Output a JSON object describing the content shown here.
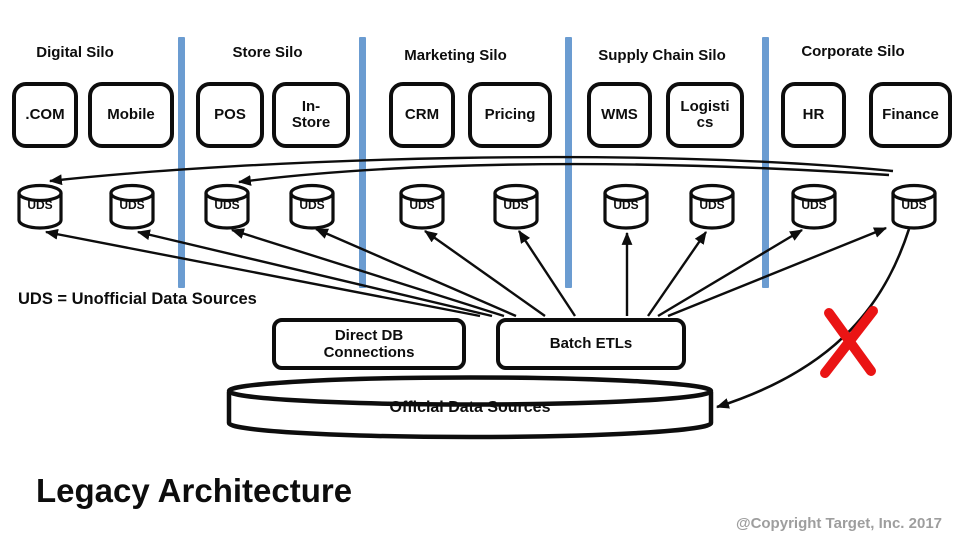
{
  "slide": {
    "title": "Legacy Architecture",
    "copyright": "@Copyright Target, Inc. 2017",
    "legend": "UDS = Unofficial Data Sources",
    "uds_label": "UDS"
  },
  "silos": [
    {
      "name": "Digital Silo",
      "apps": [
        ".COM",
        "Mobile"
      ]
    },
    {
      "name": "Store Silo",
      "apps": [
        "POS",
        "In-Store"
      ]
    },
    {
      "name": "Marketing Silo",
      "apps": [
        "CRM",
        "Pricing"
      ]
    },
    {
      "name": "Supply Chain Silo",
      "apps": [
        "WMS",
        "Logistics"
      ]
    },
    {
      "name": "Corporate Silo",
      "apps": [
        "HR",
        "Finance"
      ]
    }
  ],
  "integration": {
    "direct_db": "Direct DB Connections",
    "batch_etls": "Batch ETLs",
    "official": "Official Data Sources"
  },
  "colors": {
    "divider_blue": "#6B9CD1",
    "line_black": "#0d0d0d",
    "cross_red": "#EA1414",
    "copyright_gray": "#9E9E9E"
  }
}
